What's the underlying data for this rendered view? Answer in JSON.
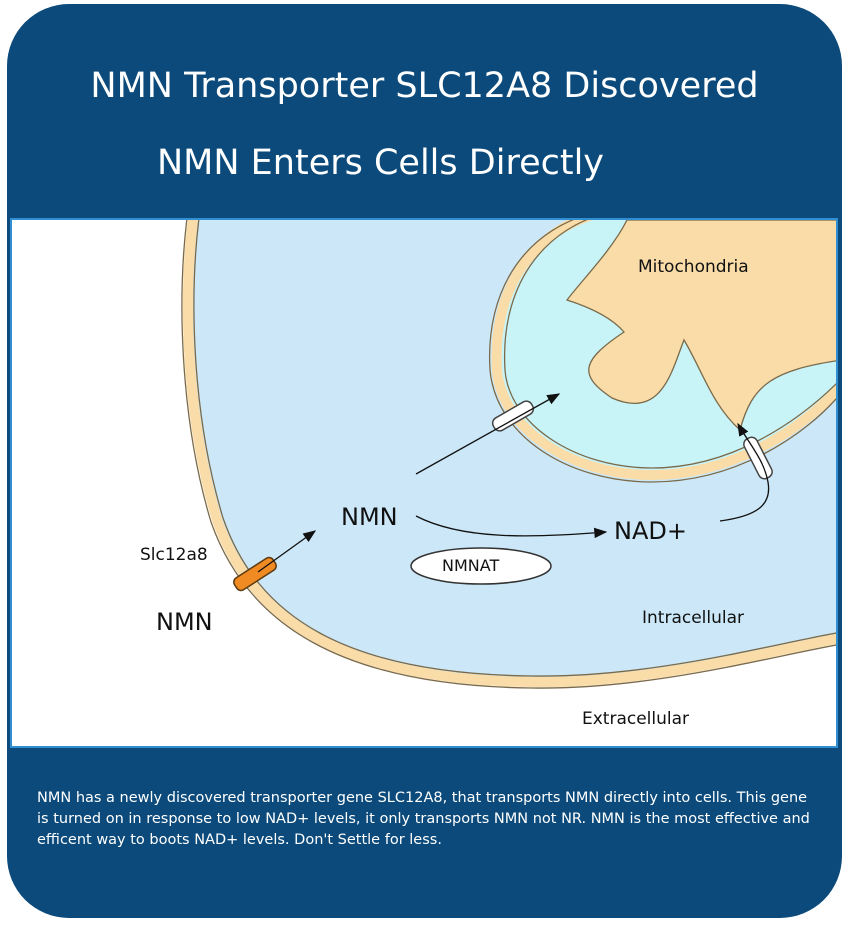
{
  "header": {
    "title_line1": "NMN Transporter  SLC12A8 Discovered",
    "title_line2": "NMN Enters Cells Directly"
  },
  "diagram": {
    "labels": {
      "mitochondria": "Mitochondria",
      "nmn_inside": "NMN",
      "nad_plus": "NAD+",
      "nmnat": "NMNAT",
      "slc12a8": "Slc12a8",
      "nmn_outside": "NMN",
      "intracellular": "Intracellular",
      "extracellular": "Extracellular"
    },
    "colors": {
      "cytoplasm": "#cce8f8",
      "membrane": "#f9dca8",
      "mito_matrix": "#c8f4f8",
      "mito_crista": "#f9dca8",
      "transporter": "#f08a22"
    }
  },
  "footer": {
    "text": "NMN has a newly discovered transporter gene SLC12A8, that transports NMN directly into cells. This gene is turned on in response to low NAD+ levels, it only transports NMN not NR. NMN is the most effective and efficent way to boots NAD+ levels. Don't Settle for less."
  }
}
